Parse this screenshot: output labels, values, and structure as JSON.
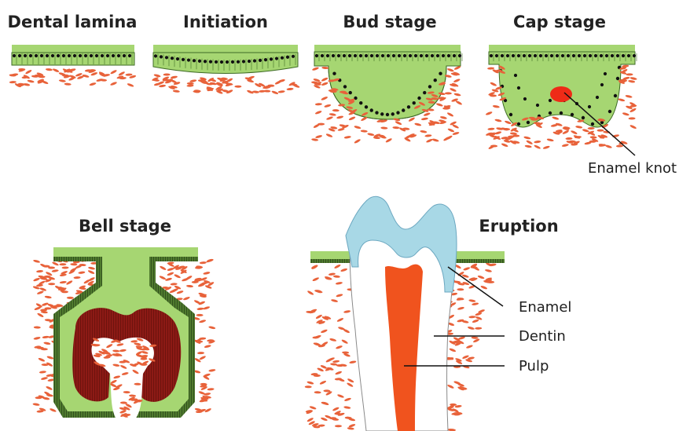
{
  "stages": {
    "dental_lamina": "Dental lamina",
    "initiation": "Initiation",
    "bud": "Bud stage",
    "cap": "Cap stage",
    "bell": "Bell stage",
    "eruption": "Eruption"
  },
  "labels": {
    "enamel_knot": "Enamel knot",
    "enamel": "Enamel",
    "dentin": "Dentin",
    "pulp": "Pulp"
  },
  "colors": {
    "epithelium": "#a6d672",
    "epithelium_edge": "#3e6b25",
    "nucleus": "#111111",
    "mesenchyme": "#e8623a",
    "enamel_knot": "#ee2b17",
    "enamel": "#a8d8e6",
    "pulp": "#f0531e",
    "dentin": "#ffffff",
    "odontoblast_layer": "#8c1a15",
    "border_dark": "#2b4a1a"
  }
}
